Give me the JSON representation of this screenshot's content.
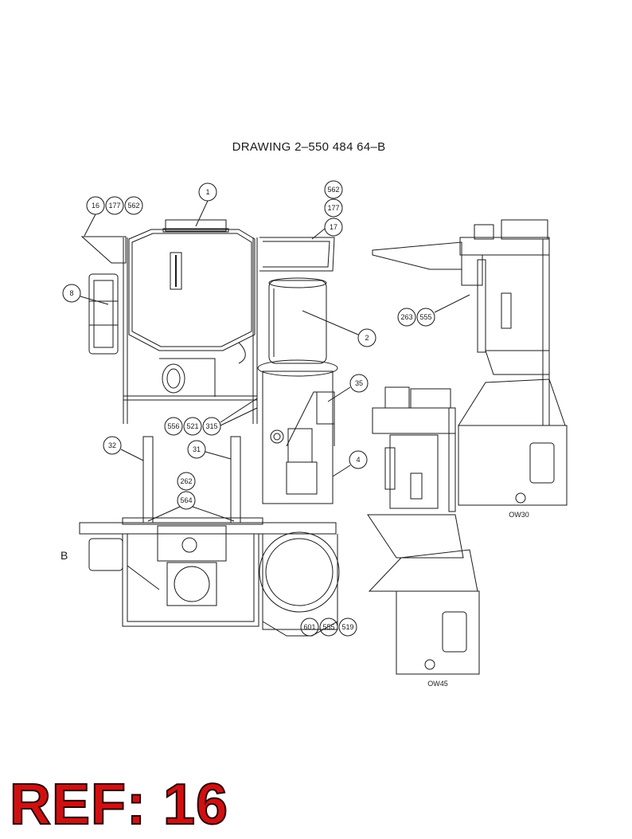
{
  "drawing": {
    "title": "DRAWING  2–550 484 64–B",
    "view_letter": "B",
    "reference": "REF: 16",
    "view_labels": [
      "OW30",
      "OW45"
    ],
    "callouts": [
      {
        "id": "c1",
        "label": "1"
      },
      {
        "id": "c16",
        "label": "16"
      },
      {
        "id": "c177a",
        "label": "177"
      },
      {
        "id": "c562a",
        "label": "562"
      },
      {
        "id": "c562b",
        "label": "562"
      },
      {
        "id": "c177b",
        "label": "177"
      },
      {
        "id": "c17",
        "label": "17"
      },
      {
        "id": "c8",
        "label": "8"
      },
      {
        "id": "c2",
        "label": "2"
      },
      {
        "id": "c263",
        "label": "263"
      },
      {
        "id": "c555a",
        "label": "555"
      },
      {
        "id": "c35",
        "label": "35"
      },
      {
        "id": "c556",
        "label": "556"
      },
      {
        "id": "c521",
        "label": "521"
      },
      {
        "id": "c315",
        "label": "315"
      },
      {
        "id": "c32",
        "label": "32"
      },
      {
        "id": "c31",
        "label": "31"
      },
      {
        "id": "c4",
        "label": "4"
      },
      {
        "id": "c262",
        "label": "262"
      },
      {
        "id": "c564",
        "label": "564"
      },
      {
        "id": "c601",
        "label": "601"
      },
      {
        "id": "c555b",
        "label": "555"
      },
      {
        "id": "c519",
        "label": "519"
      }
    ]
  },
  "colors": {
    "ink": "#1a1a1a",
    "ref": "#d01010"
  }
}
